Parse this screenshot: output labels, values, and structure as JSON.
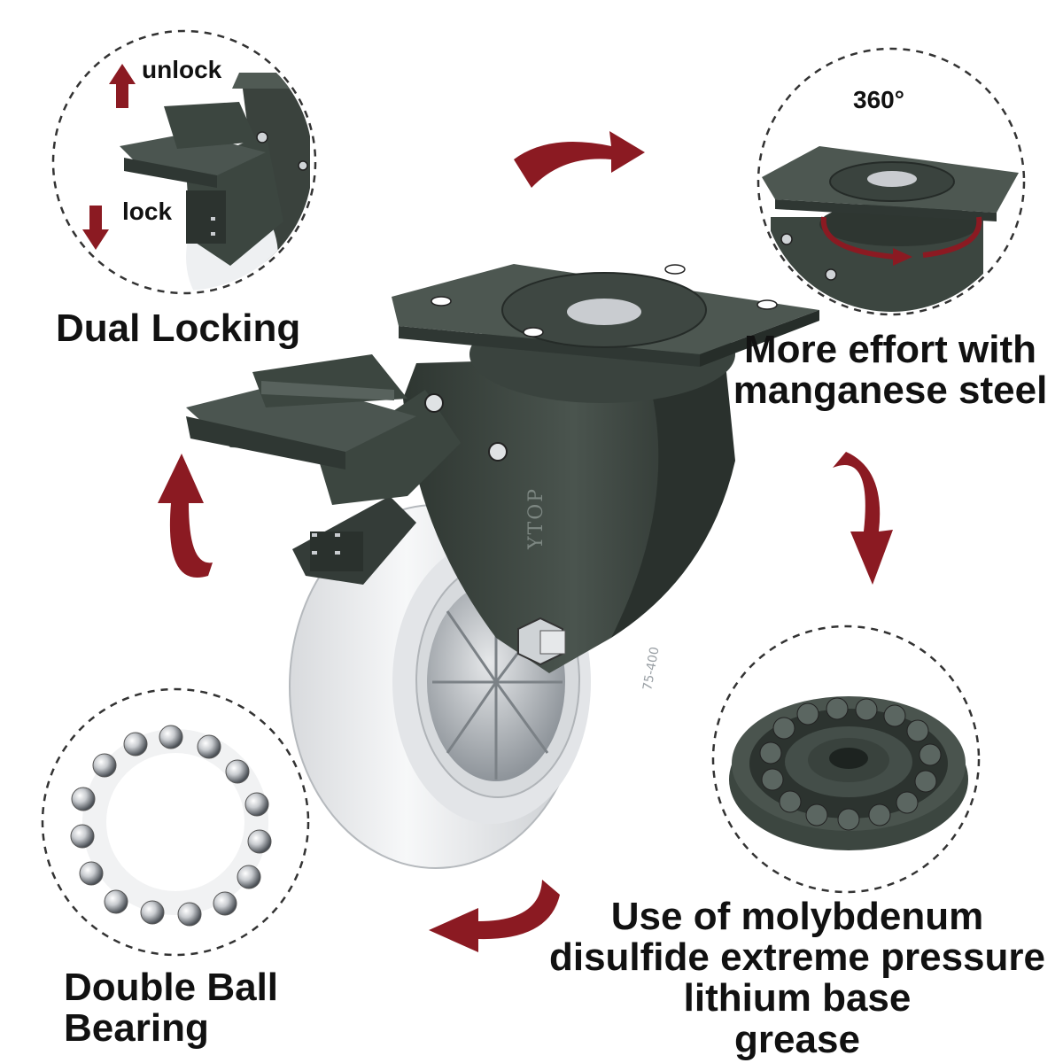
{
  "labels": {
    "unlock": "unlock",
    "lock": "lock",
    "dual_locking": "Dual Locking",
    "rotation": "360°",
    "steel_line1": "More effort with",
    "steel_line2": "manganese steel",
    "grease_line1": "Use of molybdenum",
    "grease_line2": "disulfide extreme pressure",
    "grease_line3": "lithium base",
    "grease_line4": "grease",
    "bearing_line1": "Double Ball",
    "bearing_line2": "Bearing"
  },
  "product": {
    "brand": "YTOP",
    "wheel_marking": "75-400"
  },
  "colors": {
    "arrow": "#8b1a22",
    "body": "#3c4640",
    "wheel": "#eef0f2",
    "dashed_circle": "#333333"
  }
}
